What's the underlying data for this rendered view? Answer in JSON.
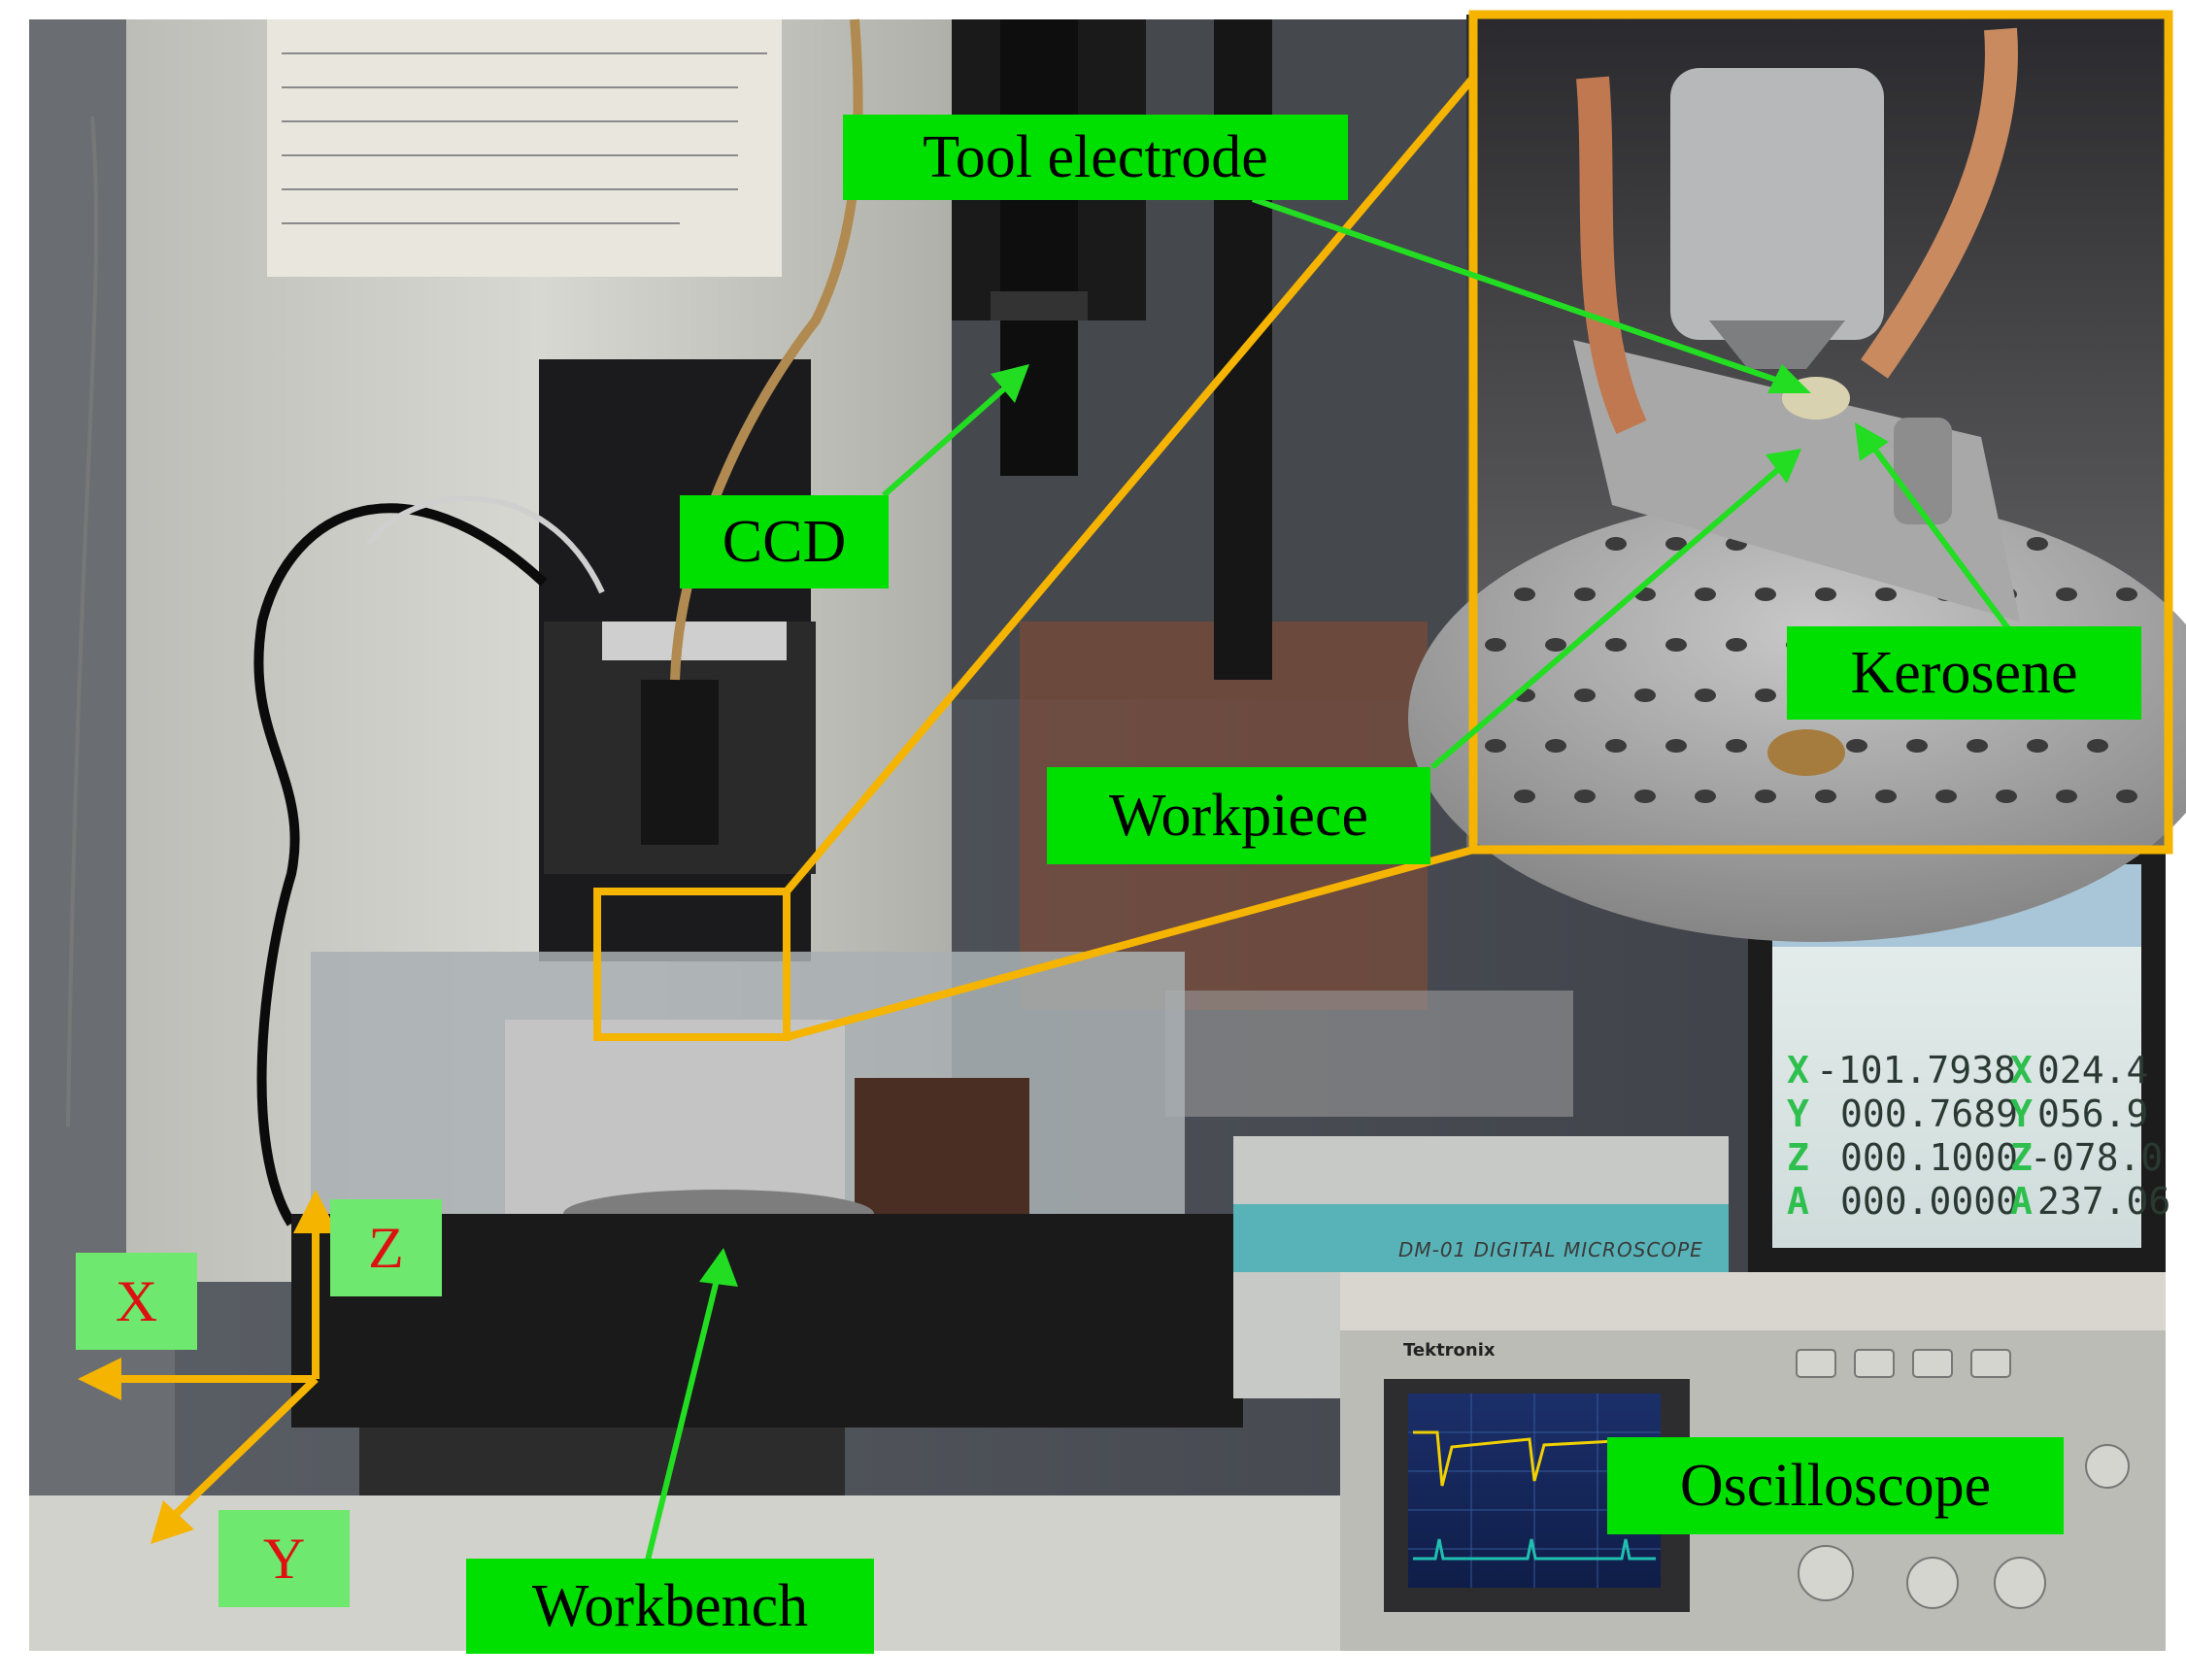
{
  "labels": {
    "tool_electrode": "Tool electrode",
    "ccd": "CCD",
    "kerosene": "Kerosene",
    "workpiece": "Workpiece",
    "oscilloscope": "Oscilloscope",
    "workbench": "Workbench"
  },
  "axes": {
    "x": "X",
    "y": "Y",
    "z": "Z"
  },
  "controller_screen": {
    "rows": [
      {
        "axis": "X",
        "value": "-101.7938",
        "axis2": "X",
        "value2": "024.4"
      },
      {
        "axis": "Y",
        "value": "000.7689",
        "axis2": "Y",
        "value2": "056.9"
      },
      {
        "axis": "Z",
        "value": "000.1000",
        "axis2": "Z",
        "value2": "-078.0"
      },
      {
        "axis": "A",
        "value": "000.0000",
        "axis2": "A",
        "value2": "237.06"
      }
    ]
  },
  "microscope_label": "DM-01 DIGITAL MICROSCOPE",
  "scope_brand": "Tektronix",
  "colors": {
    "label_green": "#00e000",
    "highlight_orange": "#f5b400",
    "arrow_green": "#22dd22",
    "axis_red": "#dd1111"
  }
}
